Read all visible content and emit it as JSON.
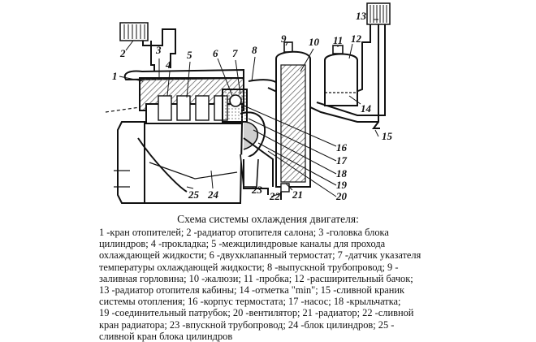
{
  "diagram": {
    "labels": [
      "1",
      "2",
      "3",
      "4",
      "5",
      "6",
      "7",
      "8",
      "9",
      "10",
      "11",
      "12",
      "13",
      "14",
      "15",
      "16",
      "17",
      "18",
      "19",
      "20",
      "21",
      "22",
      "23",
      "24",
      "25"
    ],
    "colors": {
      "ink": "#111111",
      "paper": "#ffffff",
      "hatch": "#555555",
      "shade": "#cfcfcf"
    }
  },
  "caption": {
    "title": "Схема системы охлаждения двигателя:",
    "lines": [
      "1 -кран отопителей; 2 -радиатор отопителя салона; 3 -головка блока",
      "цилиндров; 4 -прокладка; 5 -межцилиндровые каналы для прохода",
      "охлаждающей жидкости; 6 -двухклапанный термостат; 7 -датчик указателя",
      "температуры охлаждающей жидкости; 8 -выпускной трубопровод; 9 -",
      "заливная горловина; 10 -жалюзи; 11 -пробка; 12 -расширительный бачок;",
      "13 -радиатор отопителя кабины; 14 -отметка \"min\"; 15 -сливной краник",
      "системы отопления; 16 -корпус термостата; 17 -насос; 18 -крыльчатка;",
      "19 -соединительный патрубок; 20 -вентилятор; 21 -радиатор; 22 -сливной",
      "кран радиатора; 23 -впускной трубопровод; 24 -блок цилиндров; 25 -",
      "сливной кран блока цилиндров"
    ]
  }
}
